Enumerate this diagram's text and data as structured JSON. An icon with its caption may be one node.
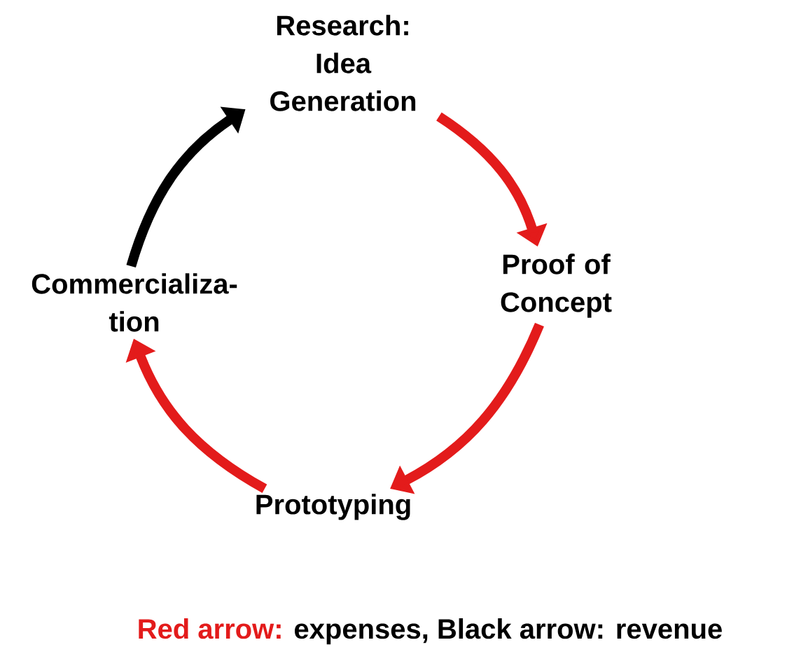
{
  "diagram": {
    "nodes": [
      {
        "text": [
          "Research: Idea Generation"
        ]
      },
      {
        "text": [
          "Proof of Concept"
        ]
      },
      {
        "text": [
          "Prototyping"
        ]
      },
      {
        "text": [
          "Commercializa- tion"
        ]
      }
    ],
    "edges": [
      {
        "from": 0,
        "to": 1,
        "arrow": "to"
      },
      {
        "from": 1,
        "to": 2,
        "arrow": "to"
      },
      {
        "from": 2,
        "to": 3,
        "arrow": "to"
      },
      {
        "from": 3,
        "to": 0,
        "arrow": "to",
        "color": "#000000"
      }
    ],
    "labels": [
      "Red arrow:",
      "expenses, Black arrow: revenue"
    ]
  }
}
